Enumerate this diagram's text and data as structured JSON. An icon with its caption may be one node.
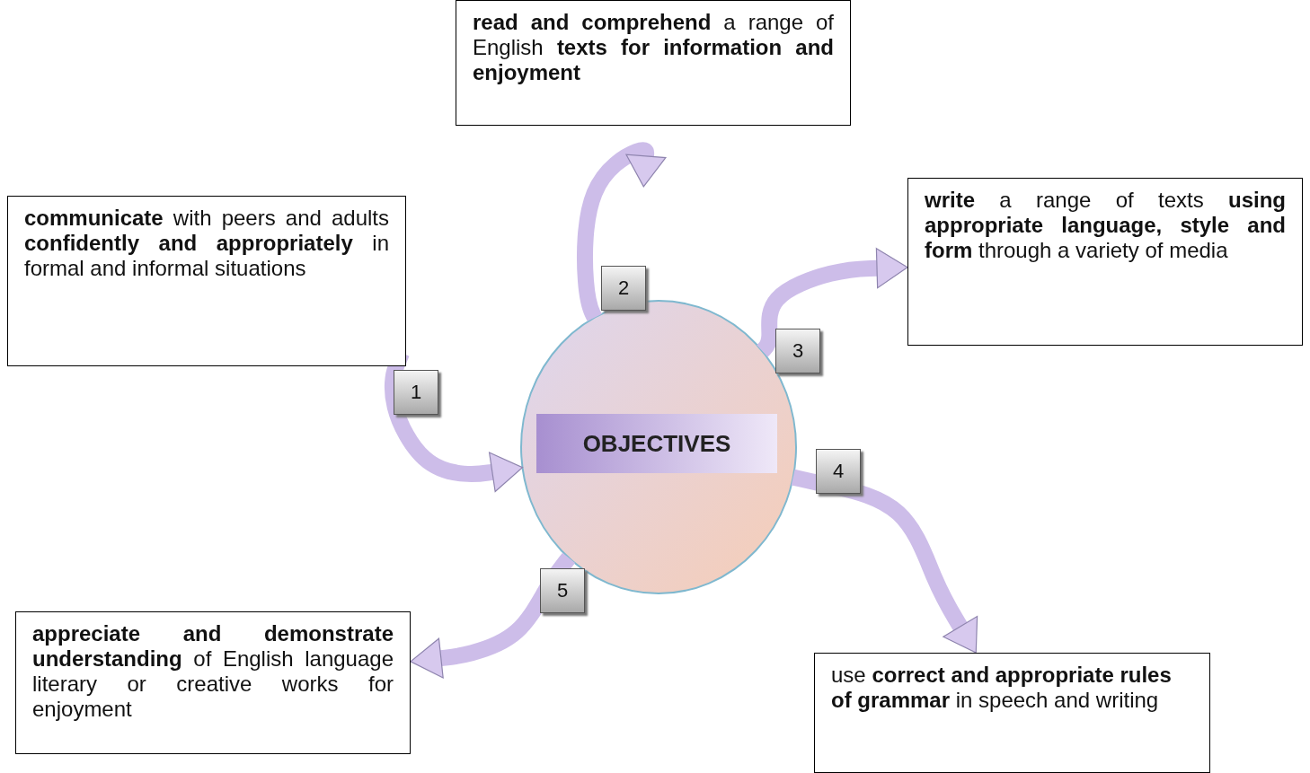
{
  "diagram": {
    "nodes": [
      {
        "text": [
          "**communicate** with peers and adults **confidently and appropriately** in formal and informal situations"
        ]
      },
      {
        "text": [
          "**read and comprehend** a range of English **texts for information and enjoyment**"
        ]
      },
      {
        "text": [
          "**write** a range of texts **using appropriate language, style and form** through a variety of media"
        ]
      },
      {
        "text": [
          "use **correct and appropriate rules of grammar** in speech and writing"
        ]
      },
      {
        "text": [
          "**appreciate and demonstrate understanding** of English language literary or creative works for enjoyment"
        ]
      },
      {
        "text": [
          "OBJECTIVES"
        ]
      }
    ],
    "edges": [
      {
        "from": 0,
        "to": 5,
        "arrow": "to",
        "label": "1"
      },
      {
        "from": 5,
        "to": 1,
        "arrow": "to",
        "label": "2"
      },
      {
        "from": 5,
        "to": 2,
        "arrow": "to",
        "label": "3"
      },
      {
        "from": 5,
        "to": 3,
        "arrow": "to",
        "label": "4"
      },
      {
        "from": 5,
        "to": 4,
        "arrow": "to",
        "label": "5"
      }
    ]
  }
}
